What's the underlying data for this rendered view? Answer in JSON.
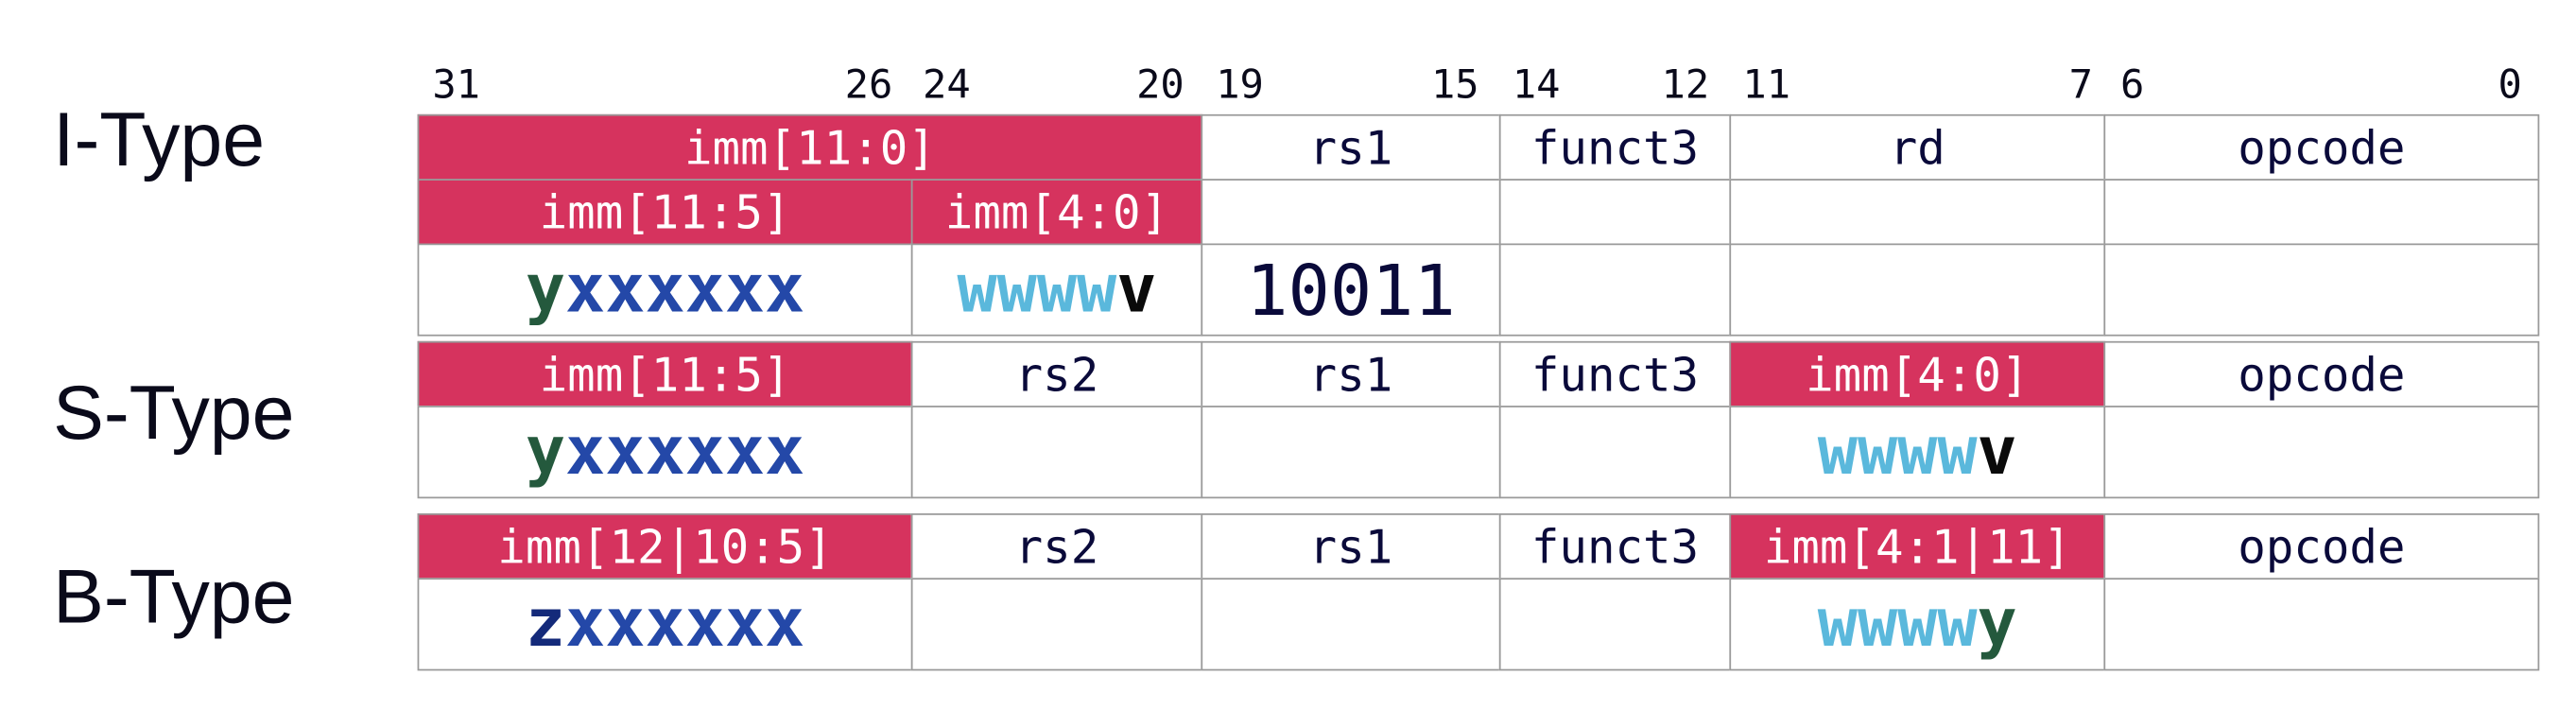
{
  "colors": {
    "highlight_bg": "#d6335e",
    "highlight_text": "#ffffff",
    "border": "#9a9a9a",
    "field_text": "#0a0a3a",
    "bit_y": "#24593d",
    "bit_x": "#2448a8",
    "bit_w": "#5ab8dc",
    "bit_v": "#0a0a0a",
    "bit_z": "#142a7a"
  },
  "bit_numbers": [
    "31",
    "26",
    "24",
    "20",
    "19",
    "15",
    "14",
    "12",
    "11",
    "7",
    "6",
    "0"
  ],
  "types": [
    {
      "label": "I-Type",
      "rows": [
        {
          "cells": [
            {
              "text": "imm[11:0]",
              "highlight": true
            },
            {
              "text": "rs1",
              "highlight": false
            },
            {
              "text": "funct3",
              "highlight": false
            },
            {
              "text": "rd",
              "highlight": false
            },
            {
              "text": "opcode",
              "highlight": false
            }
          ]
        },
        {
          "cells": [
            {
              "text": "imm[11:5]",
              "highlight": true
            },
            {
              "text": "imm[4:0]",
              "highlight": true
            },
            {
              "text": "",
              "highlight": false
            },
            {
              "text": "",
              "highlight": false
            },
            {
              "text": "",
              "highlight": false
            },
            {
              "text": "",
              "highlight": false
            }
          ]
        },
        {
          "cells": [
            {
              "segments": [
                {
                  "text": "y",
                  "color": "#24593d"
                },
                {
                  "text": "xxxxxx",
                  "color": "#2448a8"
                }
              ]
            },
            {
              "segments": [
                {
                  "text": "wwww",
                  "color": "#5ab8dc"
                },
                {
                  "text": "v",
                  "color": "#0a0a0a"
                }
              ]
            },
            {
              "text": "10011"
            },
            {
              "text": ""
            },
            {
              "text": ""
            },
            {
              "text": ""
            }
          ]
        }
      ]
    },
    {
      "label": "S-Type",
      "rows": [
        {
          "cells": [
            {
              "text": "imm[11:5]",
              "highlight": true
            },
            {
              "text": "rs2",
              "highlight": false
            },
            {
              "text": "rs1",
              "highlight": false
            },
            {
              "text": "funct3",
              "highlight": false
            },
            {
              "text": "imm[4:0]",
              "highlight": true
            },
            {
              "text": "opcode",
              "highlight": false
            }
          ]
        },
        {
          "cells": [
            {
              "segments": [
                {
                  "text": "y",
                  "color": "#24593d"
                },
                {
                  "text": "xxxxxx",
                  "color": "#2448a8"
                }
              ]
            },
            {
              "text": ""
            },
            {
              "text": ""
            },
            {
              "text": ""
            },
            {
              "segments": [
                {
                  "text": "wwww",
                  "color": "#5ab8dc"
                },
                {
                  "text": "v",
                  "color": "#0a0a0a"
                }
              ]
            },
            {
              "text": ""
            }
          ]
        }
      ]
    },
    {
      "label": "B-Type",
      "rows": [
        {
          "cells": [
            {
              "text": "imm[12|10:5]",
              "highlight": true
            },
            {
              "text": "rs2",
              "highlight": false
            },
            {
              "text": "rs1",
              "highlight": false
            },
            {
              "text": "funct3",
              "highlight": false
            },
            {
              "text": "imm[4:1|11]",
              "highlight": true
            },
            {
              "text": "opcode",
              "highlight": false
            }
          ]
        },
        {
          "cells": [
            {
              "segments": [
                {
                  "text": "z",
                  "color": "#142a7a"
                },
                {
                  "text": "xxxxxx",
                  "color": "#2448a8"
                }
              ]
            },
            {
              "text": ""
            },
            {
              "text": ""
            },
            {
              "text": ""
            },
            {
              "segments": [
                {
                  "text": "wwww",
                  "color": "#5ab8dc"
                },
                {
                  "text": "y",
                  "color": "#24593d"
                }
              ]
            },
            {
              "text": ""
            }
          ]
        }
      ]
    }
  ]
}
